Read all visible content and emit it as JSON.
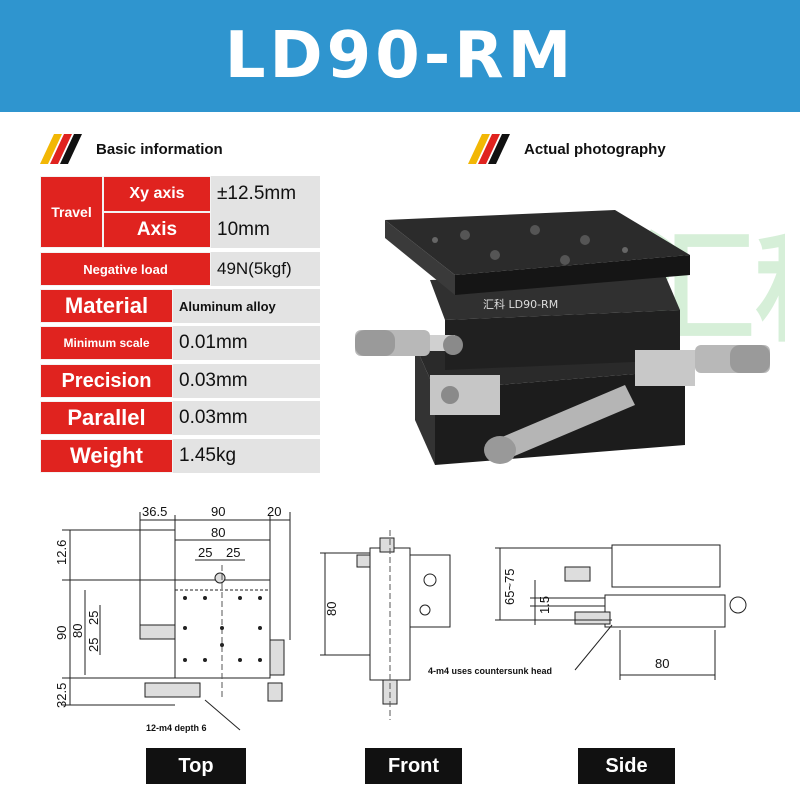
{
  "header": {
    "title": "LD90-RM"
  },
  "sections": {
    "basic": "Basic information",
    "photo": "Actual photography"
  },
  "specs": {
    "travel_label": "Travel",
    "xy_label": "Xy axis",
    "xy_value": "±12.5mm",
    "axis_label": "Axis",
    "axis_value": "10mm",
    "load_label": "Negative load",
    "load_value": "49N(5kgf)",
    "material_label": "Material",
    "material_value": "Aluminum alloy",
    "minscale_label": "Minimum scale",
    "minscale_value": "0.01mm",
    "precision_label": "Precision",
    "precision_value": "0.03mm",
    "parallel_label": "Parallel",
    "parallel_value": "0.03mm",
    "weight_label": "Weight",
    "weight_value": "1.45kg"
  },
  "photo": {
    "stage_label": "汇科 LD90-RM",
    "watermark": "汇科"
  },
  "drawings": {
    "top": {
      "dims": [
        "36.5",
        "90",
        "20",
        "80",
        "25",
        "25",
        "12.6",
        "90",
        "80",
        "25",
        "25",
        "32.5"
      ],
      "note": "12-m4 depth 6"
    },
    "front": {
      "dims": [
        "80"
      ]
    },
    "side": {
      "dims": [
        "65~75",
        "1.5",
        "80"
      ],
      "note": "4-m4 uses countersunk head"
    }
  },
  "captions": {
    "top": "Top",
    "front": "Front",
    "side": "Side"
  },
  "colors": {
    "header": "#2f95cf",
    "spec_label": "#e0231f",
    "spec_value": "#e3e3e3"
  }
}
